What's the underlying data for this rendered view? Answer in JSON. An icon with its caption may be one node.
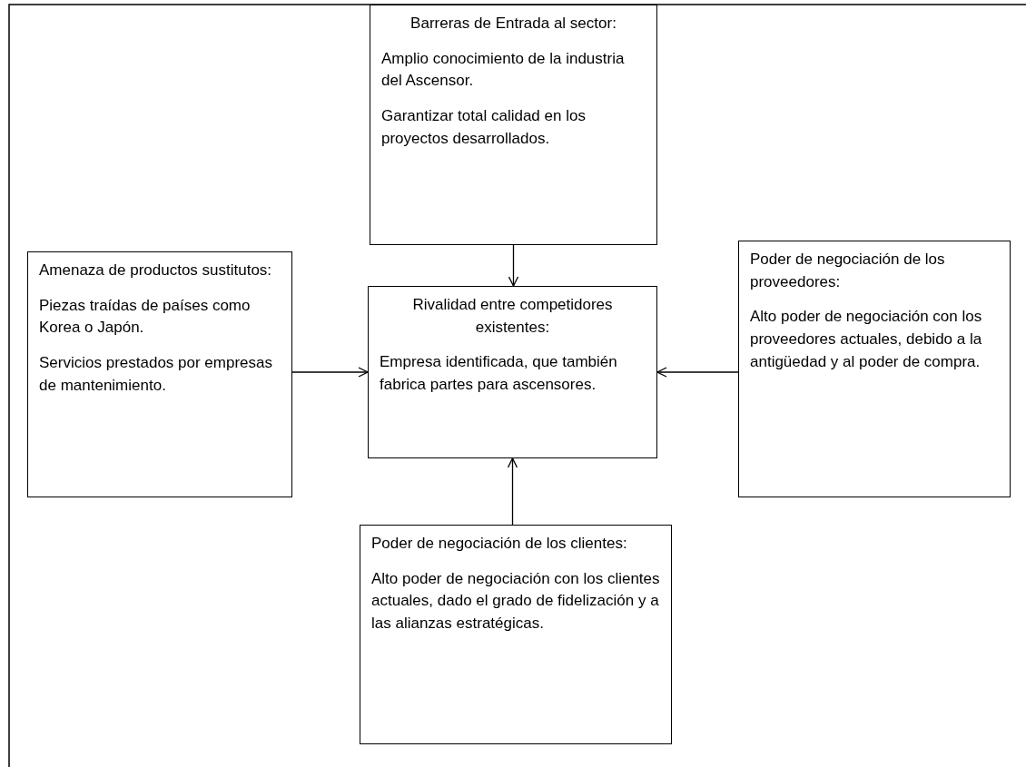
{
  "diagram": {
    "nodes": [
      {
        "text": [
          "Barreras de Entrada al sector:",
          "Amplio conocimiento de la industria del Ascensor.",
          "Garantizar total calidad en los proyectos desarrollados."
        ]
      },
      {
        "text": [
          "Amenaza de productos sustitutos:",
          "Piezas traídas de países como Korea o Japón.",
          "Servicios prestados por empresas de mantenimiento."
        ]
      },
      {
        "text": [
          "Rivalidad entre competidores existentes:",
          "Empresa identificada, que también fabrica partes para ascensores."
        ]
      },
      {
        "text": [
          "Poder de negociación de los proveedores:",
          "Alto poder de negociación con los proveedores actuales, debido a la antigüedad y al poder de compra."
        ]
      },
      {
        "text": [
          "Poder de negociación de los clientes:",
          "Alto poder de negociación con los clientes actuales, dado el grado de fidelización y a las alianzas estratégicas."
        ]
      }
    ],
    "edges": [
      {
        "from": 0,
        "to": 2,
        "arrow": "to"
      },
      {
        "from": 1,
        "to": 2,
        "arrow": "to"
      },
      {
        "from": 3,
        "to": 2,
        "arrow": "to"
      },
      {
        "from": 4,
        "to": 2,
        "arrow": "to"
      }
    ]
  }
}
